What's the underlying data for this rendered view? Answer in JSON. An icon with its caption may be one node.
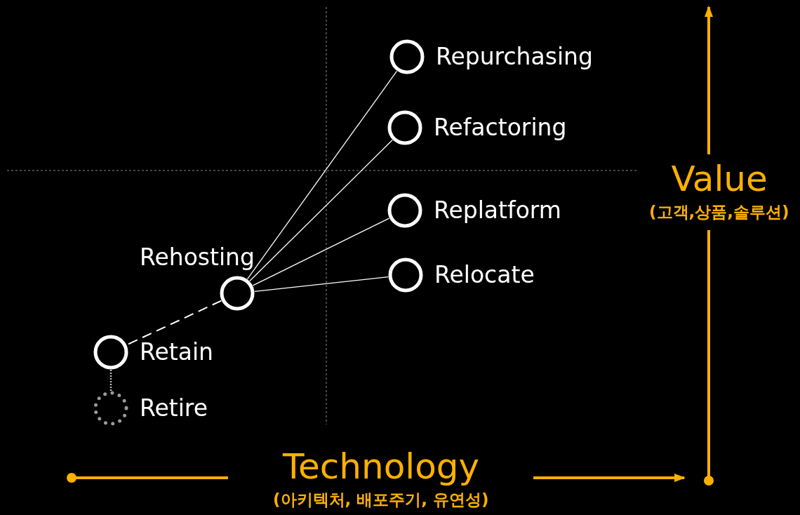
{
  "diagram": {
    "nodes": [
      {
        "text": [
          "Rehosting"
        ]
      },
      {
        "text": [
          "Repurchasing"
        ]
      },
      {
        "text": [
          "Refactoring"
        ]
      },
      {
        "text": [
          "Replatform"
        ]
      },
      {
        "text": [
          "Relocate"
        ]
      },
      {
        "text": [
          "Retain"
        ]
      },
      {
        "text": [
          "Retire"
        ]
      }
    ],
    "edges": [
      {
        "from": 0,
        "to": 1,
        "arrow": "none"
      },
      {
        "from": 0,
        "to": 2,
        "arrow": "none"
      },
      {
        "from": 0,
        "to": 3,
        "arrow": "none"
      },
      {
        "from": 0,
        "to": 4,
        "arrow": "none"
      },
      {
        "from": 0,
        "to": 5,
        "arrow": "none",
        "style": "dashed"
      },
      {
        "from": 5,
        "to": 6,
        "arrow": "none",
        "style": "dashed",
        "color": "#bbbbbb"
      }
    ],
    "labels": [
      "Value",
      "(고객,상품,솔루션)",
      "Technology",
      "(아키텍처, 배포주기, 유연성)"
    ]
  }
}
